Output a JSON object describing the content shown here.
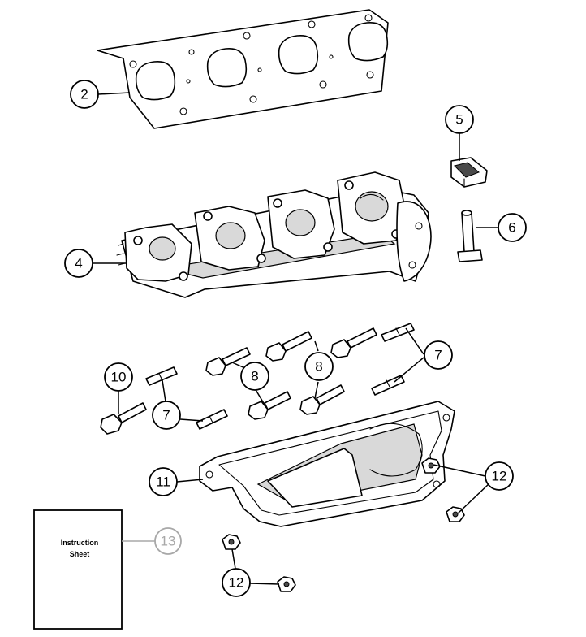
{
  "callouts": [
    {
      "id": "c2",
      "label": "2"
    },
    {
      "id": "c4",
      "label": "4"
    },
    {
      "id": "c5",
      "label": "5"
    },
    {
      "id": "c6",
      "label": "6"
    },
    {
      "id": "c7a",
      "label": "7"
    },
    {
      "id": "c7b",
      "label": "7"
    },
    {
      "id": "c8a",
      "label": "8"
    },
    {
      "id": "c8b",
      "label": "8"
    },
    {
      "id": "c10",
      "label": "10"
    },
    {
      "id": "c11",
      "label": "11"
    },
    {
      "id": "c12a",
      "label": "12"
    },
    {
      "id": "c12b",
      "label": "12"
    },
    {
      "id": "c13",
      "label": "13"
    }
  ],
  "instruction_sheet": {
    "line1": "Instruction",
    "line2": "Sheet"
  },
  "colors": {
    "line": "#000000",
    "muted": "#a8a8a8",
    "background": "#ffffff"
  }
}
